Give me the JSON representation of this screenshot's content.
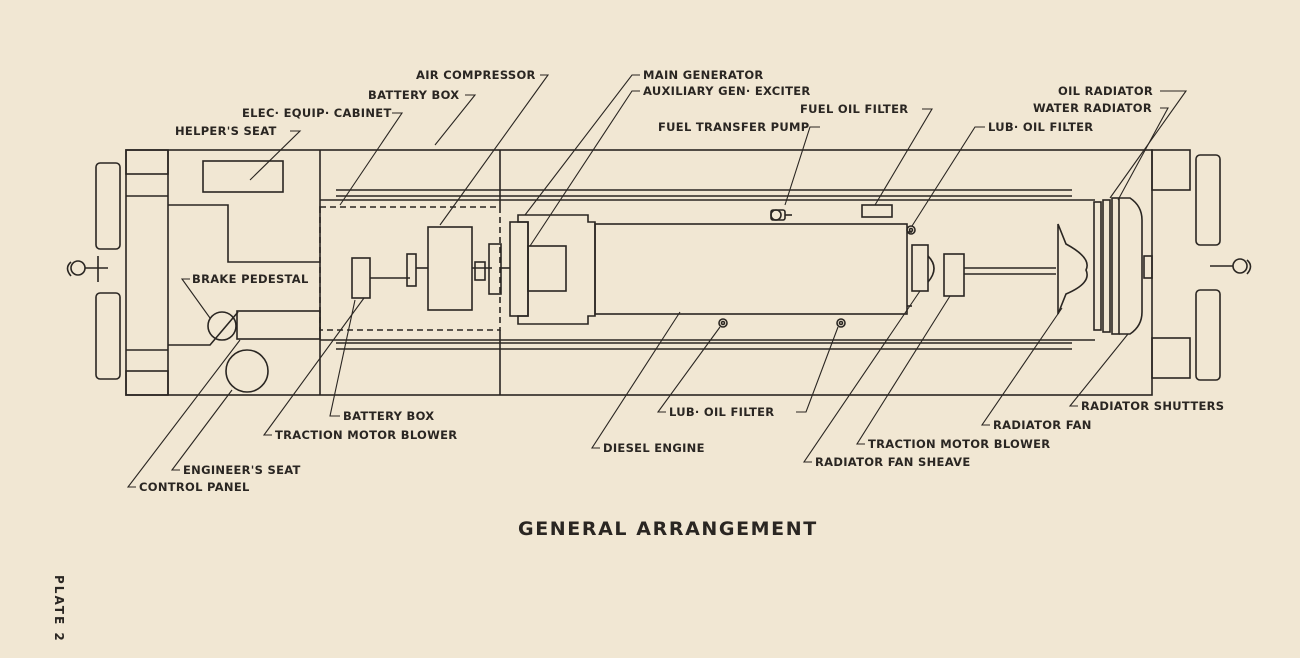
{
  "figure": {
    "title": "GENERAL ARRANGEMENT",
    "plate": "PLATE 2"
  },
  "labels": {
    "air_compressor": "AIR COMPRESSOR",
    "battery_box_top": "BATTERY BOX",
    "elec_equip_cabinet": "ELEC· EQUIP· CABINET",
    "helpers_seat": "HELPER'S SEAT",
    "main_generator": "MAIN GENERATOR",
    "auxiliary_gen_exciter": "AUXILIARY GEN· EXCITER",
    "fuel_oil_filter": "FUEL OIL FILTER",
    "fuel_transfer_pump": "FUEL TRANSFER PUMP",
    "lub_oil_filter_top": "LUB· OIL FILTER",
    "oil_radiator": "OIL RADIATOR",
    "water_radiator": "WATER RADIATOR",
    "brake_pedestal": "BRAKE PEDESTAL",
    "battery_box_bottom": "BATTERY BOX",
    "traction_motor_blower_left": "TRACTION MOTOR BLOWER",
    "engineers_seat": "ENGINEER'S SEAT",
    "control_panel": "CONTROL PANEL",
    "lub_oil_filter_bottom": "LUB· OIL FILTER",
    "diesel_engine": "DIESEL ENGINE",
    "radiator_shutters": "RADIATOR SHUTTERS",
    "radiator_fan": "RADIATOR FAN",
    "traction_motor_blower_right": "TRACTION MOTOR BLOWER",
    "radiator_fan_sheave": "RADIATOR FAN SHEAVE"
  }
}
